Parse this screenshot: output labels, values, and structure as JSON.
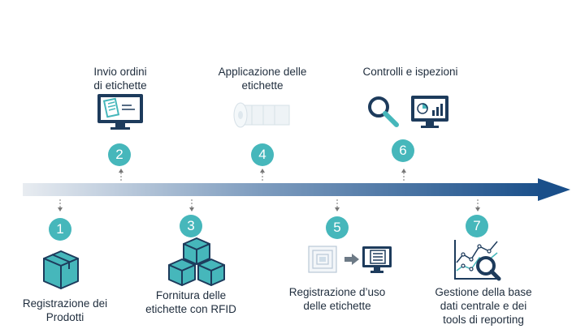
{
  "steps": [
    {
      "number": "1",
      "label_lines": [
        "Registrazione dei",
        "Prodotti"
      ],
      "icon": "box-icon"
    },
    {
      "number": "2",
      "label_lines": [
        "Invio ordini",
        "di etichette"
      ],
      "icon": "monitor-order-icon"
    },
    {
      "number": "3",
      "label_lines": [
        "Fornitura delle",
        "etichette con RFID"
      ],
      "icon": "boxes-stack-icon"
    },
    {
      "number": "4",
      "label_lines": [
        "Applicazione delle",
        "etichette"
      ],
      "icon": "label-roll-icon"
    },
    {
      "number": "5",
      "label_lines": [
        "Registrazione d’uso",
        "delle etichette"
      ],
      "icon": "rfid-to-monitor-icon"
    },
    {
      "number": "6",
      "label_lines": [
        "Controlli e ispezioni"
      ],
      "icon": "magnifier-and-chart-icon"
    },
    {
      "number": "7",
      "label_lines": [
        "Gestione della base",
        "dati centrale e dei",
        "tools di reporting"
      ],
      "icon": "analytics-chart-icon"
    }
  ],
  "colors": {
    "arrow_start": "#e8ecf1",
    "arrow_end": "#1a4f8a",
    "badge": "#46b7bb",
    "icon_dark": "#1d3b5c",
    "icon_teal": "#46b7bb"
  }
}
